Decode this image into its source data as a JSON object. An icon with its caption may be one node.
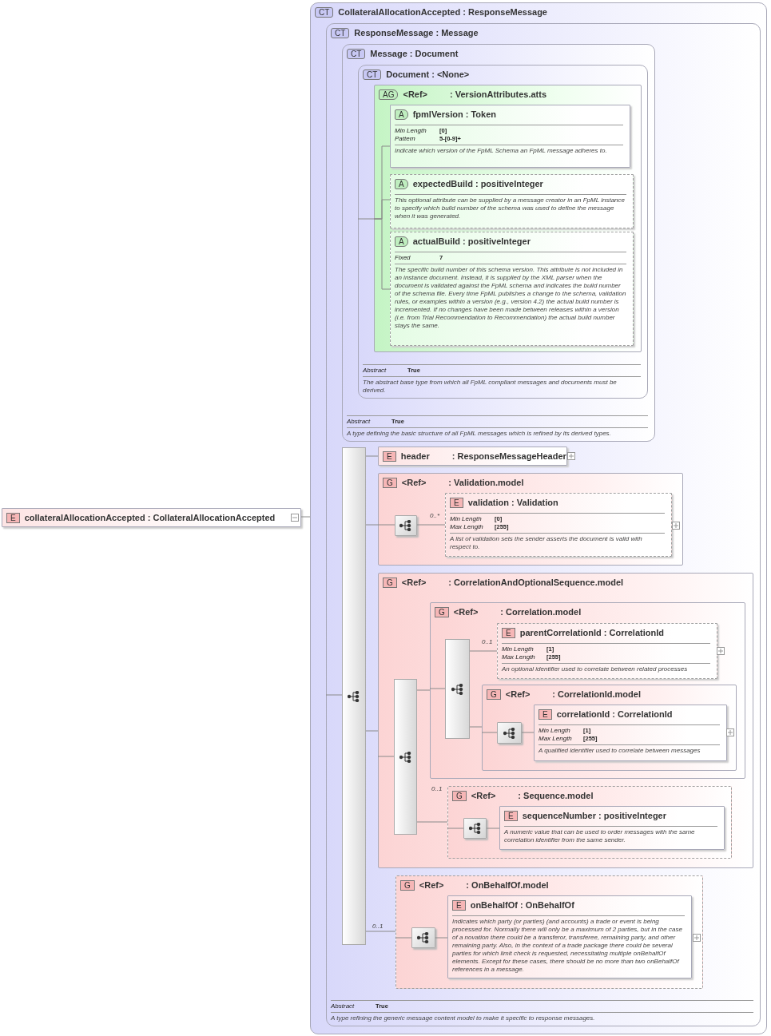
{
  "diagram": {
    "nodes": [
      {
        "text": [
          "E",
          "collateralAllocationAccepted : CollateralAllocationAccepted"
        ]
      },
      {
        "text": [
          "CT",
          "CollateralAllocationAccepted : ResponseMessage"
        ]
      },
      {
        "text": [
          "CT",
          "ResponseMessage : Message",
          "Abstract",
          "True",
          "A type refining the generic message content model to make it specific to response messages."
        ],
        "in": 1
      },
      {
        "text": [
          "CT",
          "Message : Document",
          "Abstract",
          "True",
          "A type defining the basic structure of all FpML messages which is refined by its derived types."
        ],
        "in": 2
      },
      {
        "text": [
          "CT",
          "Document : <None>",
          "Abstract",
          "True",
          "The abstract base type from which all FpML compliant messages and documents must be derived."
        ],
        "in": 3
      },
      {
        "text": [
          "AG",
          "<Ref>",
          ": VersionAttributes.atts"
        ],
        "in": 4
      },
      {
        "text": [
          "A",
          "fpmlVersion : Token",
          "Min Length",
          "[0]",
          "Pattern",
          "5-[0-9]+",
          "Indicate which version of the FpML Schema an FpML message adheres to."
        ],
        "in": 5
      },
      {
        "text": [
          "A",
          "expectedBuild : positiveInteger",
          "This optional attribute can be supplied by a message creator in an FpML instance to specify which build number of the schema was used to define the message when it was generated."
        ],
        "in": 5
      },
      {
        "text": [
          "A",
          "actualBuild : positiveInteger",
          "Fixed",
          "7",
          "The specific build number of this schema version. This attribute is not included in an instance document. Instead, it is supplied by the XML parser when the document is validated against the FpML schema and indicates the build number of the schema file. Every time FpML publishes a change to the schema, validation rules, or examples within a version (e.g., version 4.2) the actual build number is incremented. If no changes have been made between releases within a version (i.e. from Trial Recommendation to Recommendation) the actual build number stays the same."
        ],
        "in": 5
      },
      {
        "text": [],
        "shape": "bar",
        "in": 2
      },
      {
        "text": [
          "E",
          "header",
          ": ResponseMessageHeader"
        ],
        "in": 2
      },
      {
        "text": [
          "G",
          "<Ref>",
          ": Validation.model"
        ],
        "in": 2
      },
      {
        "text": [],
        "shape": "box",
        "in": 11
      },
      {
        "text": [
          "E",
          "validation : Validation",
          "Min Length",
          "[0]",
          "Max Length",
          "[255]",
          "A list of validation sets the sender asserts the document is valid with respect to."
        ],
        "in": 11
      },
      {
        "text": [
          "G",
          "<Ref>",
          ": CorrelationAndOptionalSequence.model"
        ],
        "in": 2
      },
      {
        "text": [],
        "shape": "bar",
        "in": 14
      },
      {
        "text": [
          "G",
          "<Ref>",
          ": Correlation.model"
        ],
        "in": 14
      },
      {
        "text": [],
        "shape": "bar",
        "in": 16
      },
      {
        "text": [
          "E",
          "parentCorrelationId : CorrelationId",
          "Min Length",
          "[1]",
          "Max Length",
          "[255]",
          "An optional identifier used to correlate between related processes"
        ],
        "in": 16
      },
      {
        "text": [
          "G",
          "<Ref>",
          ": CorrelationId.model"
        ],
        "in": 16
      },
      {
        "text": [],
        "shape": "box",
        "in": 19
      },
      {
        "text": [
          "E",
          "correlationId : CorrelationId",
          "Min Length",
          "[1]",
          "Max Length",
          "[255]",
          "A qualified identifier used to correlate between messages"
        ],
        "in": 19
      },
      {
        "text": [
          "G",
          "<Ref>",
          ": Sequence.model"
        ],
        "in": 14
      },
      {
        "text": [],
        "shape": "box",
        "in": 22
      },
      {
        "text": [
          "E",
          "sequenceNumber : positiveInteger",
          "A numeric value that can be used to order messages with the same correlation identifier from the same sender."
        ],
        "in": 22
      },
      {
        "text": [
          "G",
          "<Ref>",
          ": OnBehalfOf.model"
        ],
        "in": 2
      },
      {
        "text": [],
        "shape": "box",
        "in": 25
      },
      {
        "text": [
          "E",
          "onBehalfOf : OnBehalfOf",
          "Indicates which party (or parties) (and accounts) a trade or event is being processed for. Normally there will only be a maximum of 2 parties, but in the case of a novation there could be a transferor, transferee, remaining party, and other remaining party. Also, in the context of a trade package there could be several parties for which limit check is requested, necessitating multiple onBehalfOf elements. Except for these cases, there should be no more than two onBehalfOf references in a message."
        ],
        "in": 25
      }
    ],
    "edges": [
      {
        "from": 0,
        "to": 1,
        "arrow": "none"
      },
      {
        "from": 4,
        "to": 5,
        "arrow": "none"
      },
      {
        "from": 5,
        "to": 6,
        "arrow": "none"
      },
      {
        "from": 5,
        "to": 7,
        "arrow": "none"
      },
      {
        "from": 5,
        "to": 8,
        "arrow": "none"
      },
      {
        "from": 2,
        "to": 9,
        "arrow": "none"
      },
      {
        "from": 9,
        "to": 10,
        "arrow": "none"
      },
      {
        "from": 9,
        "to": 11,
        "arrow": "none"
      },
      {
        "from": 11,
        "to": 12,
        "arrow": "none"
      },
      {
        "from": 12,
        "to": 13,
        "label": "0..*",
        "arrow": "none"
      },
      {
        "from": 9,
        "to": 14,
        "arrow": "none"
      },
      {
        "from": 14,
        "to": 15,
        "arrow": "none"
      },
      {
        "from": 15,
        "to": 16,
        "arrow": "none"
      },
      {
        "from": 16,
        "to": 17,
        "arrow": "none"
      },
      {
        "from": 17,
        "to": 18,
        "label": "0..1",
        "arrow": "none"
      },
      {
        "from": 17,
        "to": 19,
        "arrow": "none"
      },
      {
        "from": 19,
        "to": 20,
        "arrow": "none"
      },
      {
        "from": 20,
        "to": 21,
        "arrow": "none"
      },
      {
        "from": 15,
        "to": 22,
        "label": "0..1",
        "arrow": "none"
      },
      {
        "from": 22,
        "to": 23,
        "arrow": "none"
      },
      {
        "from": 23,
        "to": 24,
        "arrow": "none"
      },
      {
        "from": 9,
        "to": 25,
        "label": "0..1",
        "arrow": "none"
      },
      {
        "from": 25,
        "to": 26,
        "arrow": "none"
      },
      {
        "from": 26,
        "to": 27,
        "arrow": "none"
      }
    ]
  }
}
